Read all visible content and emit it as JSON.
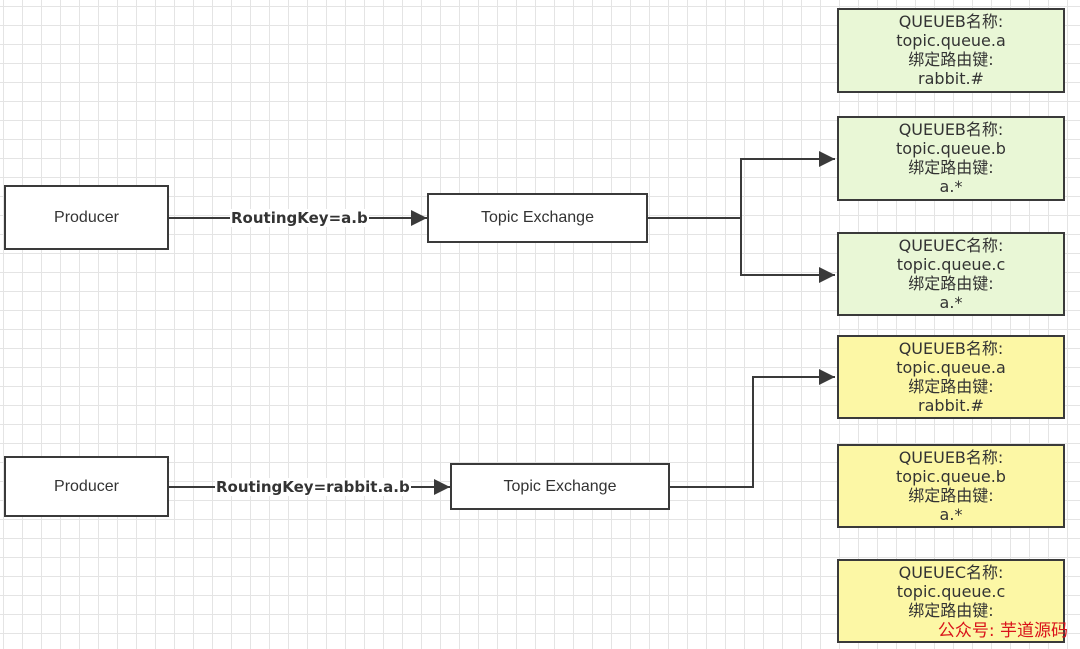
{
  "diagram": {
    "top": {
      "producer": "Producer",
      "routing_key": "RoutingKey=a.b",
      "exchange": "Topic Exchange",
      "queues": [
        {
          "title": "QUEUEB名称:",
          "name": "topic.queue.a",
          "key_label": "绑定路由键:",
          "key": "rabbit.#"
        },
        {
          "title": "QUEUEB名称:",
          "name": "topic.queue.b",
          "key_label": "绑定路由键:",
          "key": "a.*"
        },
        {
          "title": "QUEUEC名称:",
          "name": "topic.queue.c",
          "key_label": "绑定路由键:",
          "key": "a.*"
        }
      ]
    },
    "bottom": {
      "producer": "Producer",
      "routing_key": "RoutingKey=rabbit.a.b",
      "exchange": "Topic Exchange",
      "queues": [
        {
          "title": "QUEUEB名称:",
          "name": "topic.queue.a",
          "key_label": "绑定路由键:",
          "key": "rabbit.#"
        },
        {
          "title": "QUEUEB名称:",
          "name": "topic.queue.b",
          "key_label": "绑定路由键:",
          "key": "a.*"
        },
        {
          "title": "QUEUEC名称:",
          "name": "topic.queue.c",
          "key_label": "绑定路由键:",
          "key": ""
        }
      ]
    }
  },
  "watermark": {
    "prefix": "公众号:",
    "name": "芋道源码"
  },
  "colors": {
    "queue_top": "#e9f7d6",
    "queue_bottom": "#fcf7a5",
    "stroke": "#3a3a3a",
    "watermark": "#d9131a"
  }
}
